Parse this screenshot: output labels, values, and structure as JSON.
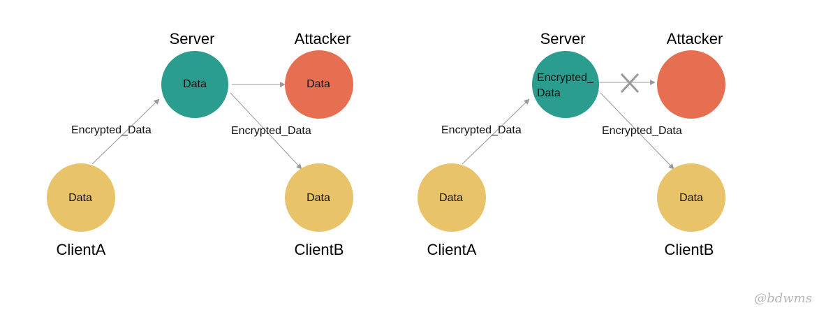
{
  "colors": {
    "client": "#E8C36A",
    "server": "#2A9D8F",
    "attacker": "#E76F51",
    "edge": "#999999",
    "block": "#9a9a9a"
  },
  "left": {
    "server": {
      "title": "Server",
      "label": "Data"
    },
    "attacker": {
      "title": "Attacker",
      "label": "Data"
    },
    "clientA": {
      "title": "ClientA",
      "label": "Data"
    },
    "clientB": {
      "title": "ClientB",
      "label": "Data"
    },
    "edge_a_server": "Encrypted_Data",
    "edge_server_b": "Encrypted_Data"
  },
  "right": {
    "server": {
      "title": "Server",
      "label_line1": "Encrypted_",
      "label_line2": "Data"
    },
    "attacker": {
      "title": "Attacker"
    },
    "clientA": {
      "title": "ClientA",
      "label": "Data"
    },
    "clientB": {
      "title": "ClientB",
      "label": "Data"
    },
    "edge_a_server": "Encrypted_Data",
    "edge_server_b": "Encrypted_Data",
    "block_icon": "x-mark-icon"
  },
  "watermark": "@bdwms"
}
